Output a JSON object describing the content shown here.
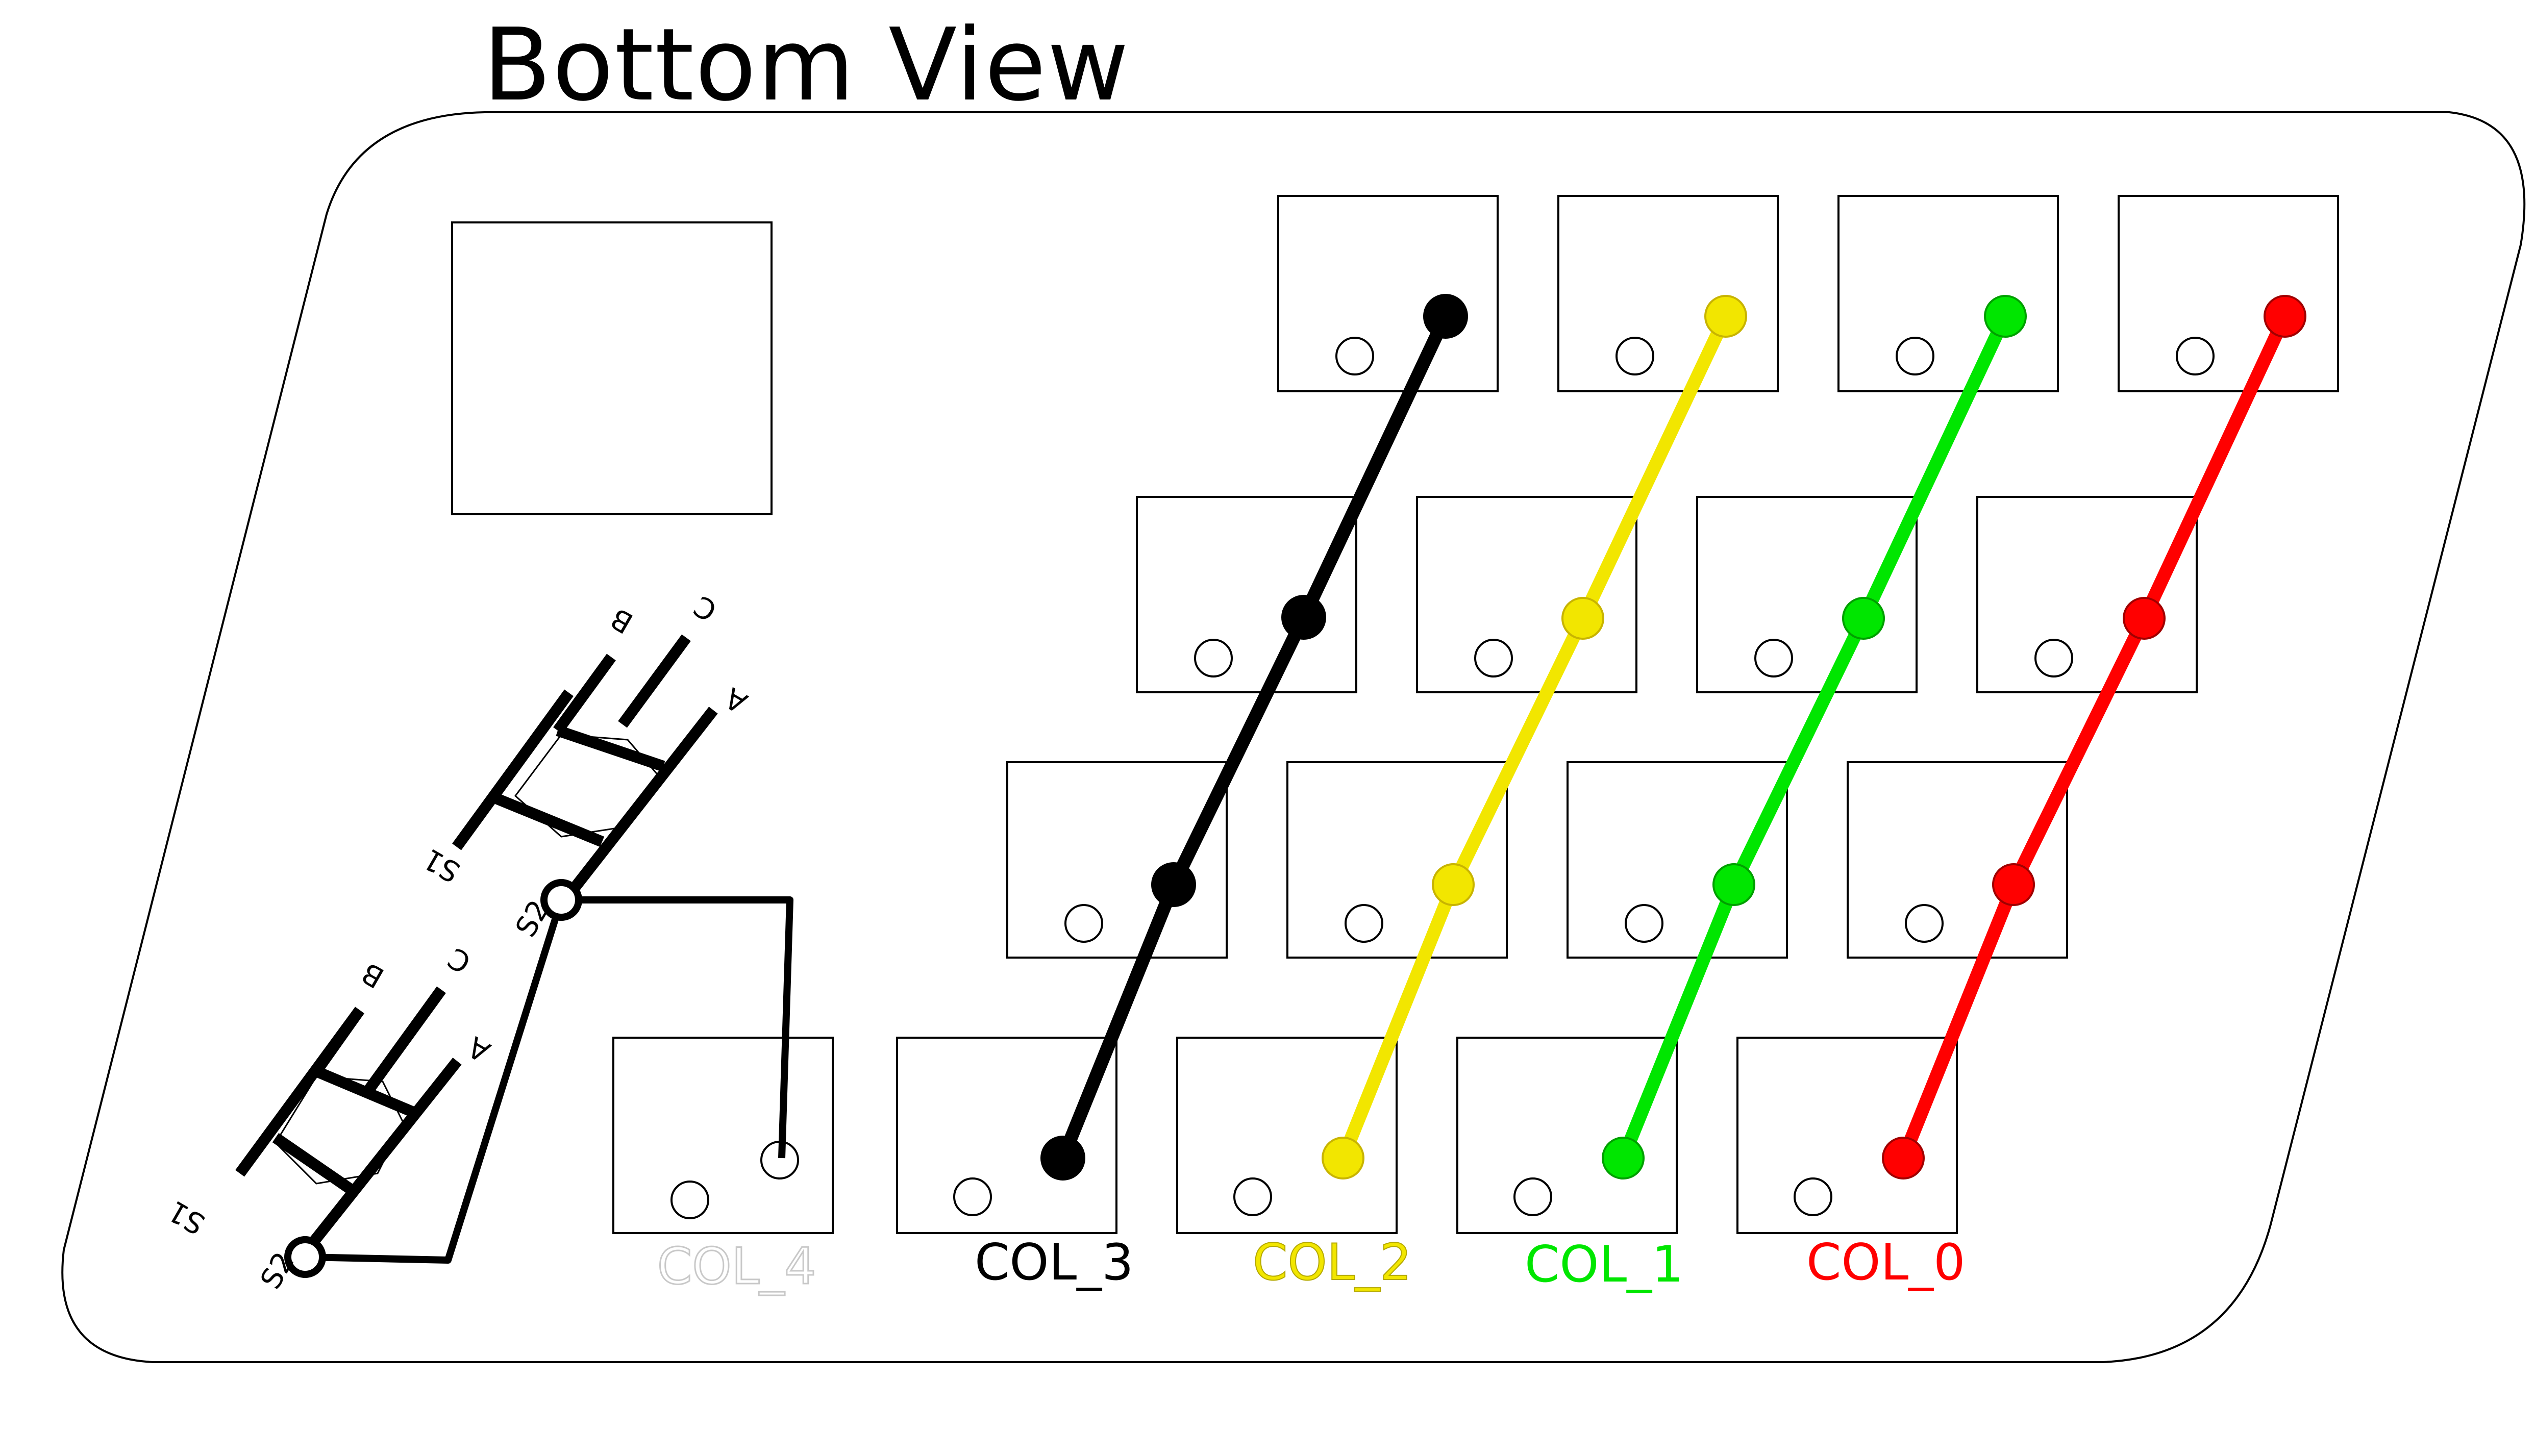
{
  "title": "Bottom View",
  "colors": {
    "col_4": "#c8c8c8",
    "col_3": "#000000",
    "col_2": "#f2e600",
    "col_1": "#00e600",
    "col_0": "#ff0000"
  },
  "columns": [
    {
      "id": "col_4",
      "label": "COL_4",
      "color_key": "col_4",
      "style": "outline"
    },
    {
      "id": "col_3",
      "label": "COL_3",
      "color_key": "col_3",
      "style": "solid"
    },
    {
      "id": "col_2",
      "label": "COL_2",
      "color_key": "col_2",
      "style": "solid"
    },
    {
      "id": "col_1",
      "label": "COL_1",
      "color_key": "col_1",
      "style": "solid"
    },
    {
      "id": "col_0",
      "label": "COL_0",
      "color_key": "col_0",
      "style": "solid"
    }
  ],
  "encoder_pins": {
    "pin_s1": "S1",
    "pin_a": "A",
    "pin_b": "B",
    "pin_c": "C",
    "pin_s2": "S2"
  }
}
